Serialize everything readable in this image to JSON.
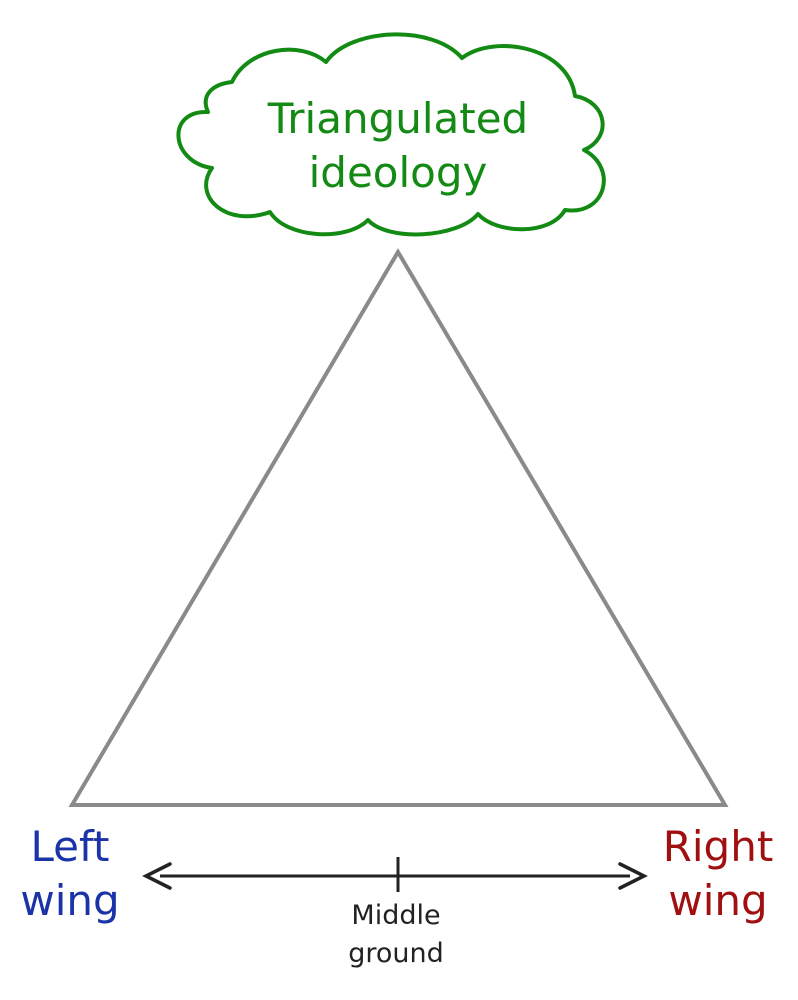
{
  "apex": {
    "line1": "Triangulated",
    "line2": "ideology"
  },
  "left": {
    "line1": "Left",
    "line2": "wing"
  },
  "right": {
    "line1": "Right",
    "line2": "wing"
  },
  "middle": {
    "line1": "Middle",
    "line2": "ground"
  },
  "colors": {
    "apex": "#138a13",
    "left": "#1a34a8",
    "right": "#a01010",
    "middle": "#222222",
    "triangle": "#8a8a8a",
    "arrow": "#222222"
  }
}
